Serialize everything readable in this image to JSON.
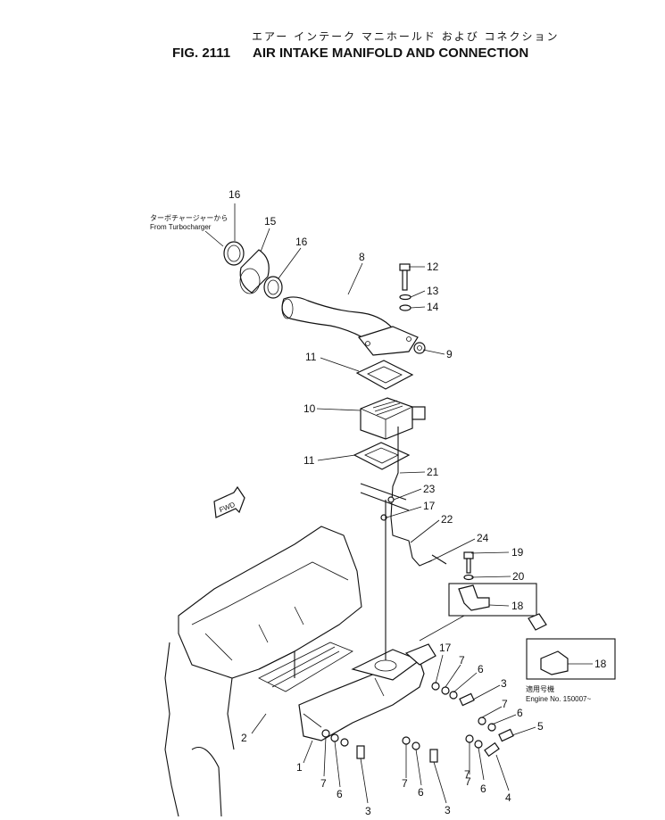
{
  "header": {
    "subtitle_jp": "エアー インテーク マニホールド および コネクション",
    "fig_label": "FIG. 2111",
    "title": "AIR INTAKE MANIFOLD AND CONNECTION"
  },
  "notes": {
    "from_turbo_jp": "ターボチャージャーから",
    "from_turbo_en": "From Turbocharger",
    "fwd": "FWD",
    "serial_jp": "適用号機",
    "serial_en": "Engine No. 150007~"
  },
  "callouts": [
    "1",
    "2",
    "3",
    "3",
    "3",
    "4",
    "5",
    "6",
    "6",
    "6",
    "6",
    "6",
    "7",
    "7",
    "7",
    "7",
    "7",
    "7",
    "8",
    "9",
    "10",
    "11",
    "11",
    "12",
    "13",
    "14",
    "15",
    "16",
    "16",
    "17",
    "17",
    "18",
    "18",
    "19",
    "20",
    "21",
    "22",
    "23",
    "24"
  ]
}
